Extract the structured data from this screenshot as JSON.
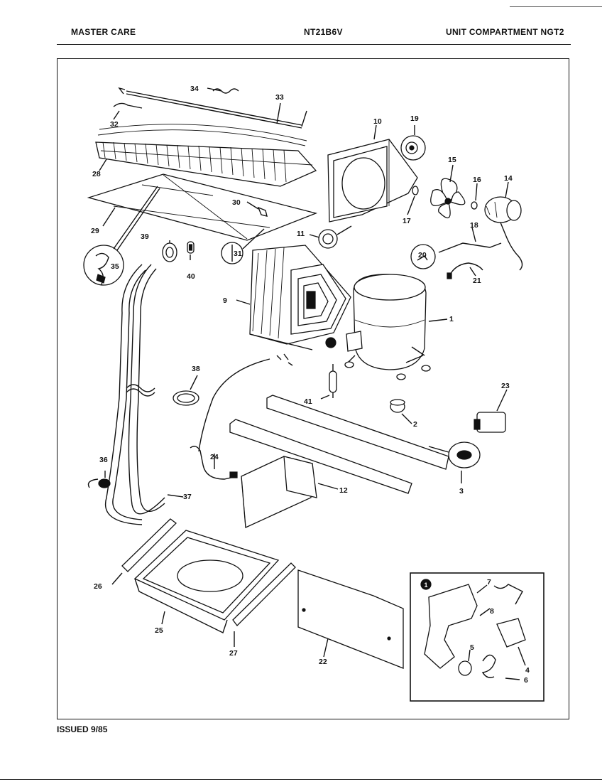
{
  "header": {
    "left": "MASTER CARE",
    "center": "NT21B6V",
    "right": "UNIT COMPARTMENT NGT2"
  },
  "footer": {
    "issued": "ISSUED 9/85"
  },
  "callouts": {
    "p1": "1",
    "p2": "2",
    "p3": "3",
    "p4": "4",
    "p5": "5",
    "p6": "6",
    "p7": "7",
    "p8": "8",
    "p9": "9",
    "p10": "10",
    "p11": "11",
    "p12": "12",
    "p14": "14",
    "p15": "15",
    "p16": "16",
    "p17": "17",
    "p18": "18",
    "p19": "19",
    "p20": "20",
    "p21": "21",
    "p22": "22",
    "p23": "23",
    "p24": "24",
    "p25": "25",
    "p26": "26",
    "p27": "27",
    "p28": "28",
    "p29": "29",
    "p30": "30",
    "p31": "31",
    "p32": "32",
    "p33": "33",
    "p34": "34",
    "p35": "35",
    "p36": "36",
    "p37": "37",
    "p38": "38",
    "p39": "39",
    "p40": "40",
    "p41": "41"
  },
  "detail_marker": "1"
}
